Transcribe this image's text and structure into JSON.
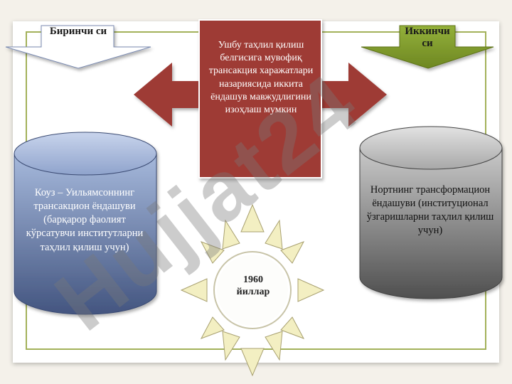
{
  "labels": {
    "left_tag": "Биринчи си",
    "right_tag": "Иккинчи си"
  },
  "center": {
    "text": "Ушбу таҳлил қилиш белгисига мувофиқ трансакция харажатлари назариясида иккита ёндашув мавжудлигини изоҳлаш мумкин"
  },
  "left_cylinder": {
    "text": "Коуз – Уильямсоннинг трансакцион ёндашуви (барқарор фаолият кўрсатувчи институтларни таҳлил қилиш учун)"
  },
  "right_cylinder": {
    "text": "Нортнинг трансформацион ёндашуви (институционал ўзгаришларни таҳлил қилиш учун)"
  },
  "sun": {
    "text": "1960 йиллар"
  },
  "watermark": {
    "text": "Hujjat24"
  },
  "colors": {
    "center_box": "#9e3b35",
    "double_arrow": "#9e3b35",
    "left_cylinder_top": "#9bb0d6",
    "left_cylinder_bottom": "#4a5c86",
    "right_cylinder_top": "#cfcfcf",
    "right_cylinder_bottom": "#565656",
    "right_tag_fill": "#7f9a2a",
    "frame_border": "#a3b15a",
    "sun_ray": "#f3efc2"
  }
}
